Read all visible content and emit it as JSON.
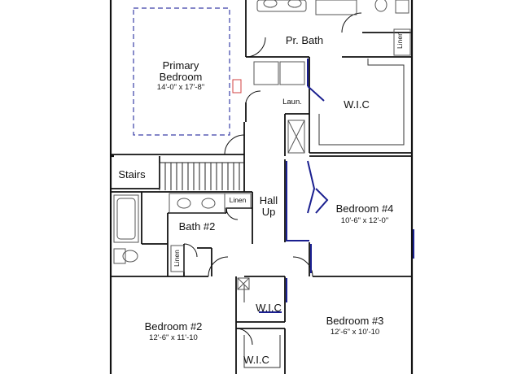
{
  "rooms": {
    "primary_bedroom": {
      "name": "Primary\nBedroom",
      "dims": "14'-0\" x 17'-8\""
    },
    "pr_bath": {
      "name": "Pr. Bath"
    },
    "laundry": {
      "name": "Laun."
    },
    "wic_primary": {
      "name": "W.I.C"
    },
    "stairs": {
      "name": "Stairs"
    },
    "hall": {
      "name": "Hall\nUp"
    },
    "bath2": {
      "name": "Bath #2"
    },
    "linen_bath2": {
      "name": "Linen"
    },
    "linen_hall": {
      "name": "Linen"
    },
    "linen_prbath": {
      "name": "Linen"
    },
    "bedroom4": {
      "name": "Bedroom #4",
      "dims": "10'-6\" x 12'-0\""
    },
    "bedroom2": {
      "name": "Bedroom #2",
      "dims": "12'-6\" x 11'-10"
    },
    "bedroom3": {
      "name": "Bedroom #3",
      "dims": "12'-6\" x 10'-10"
    },
    "wic_b3": {
      "name": "W.I.C"
    },
    "wic_b2": {
      "name": "W.I.C"
    }
  },
  "colors": {
    "wall": "#111111",
    "door": "#1a1f8f",
    "dashed": "#3a3fa8",
    "fixture": "#555555",
    "accent": "#d04040"
  }
}
